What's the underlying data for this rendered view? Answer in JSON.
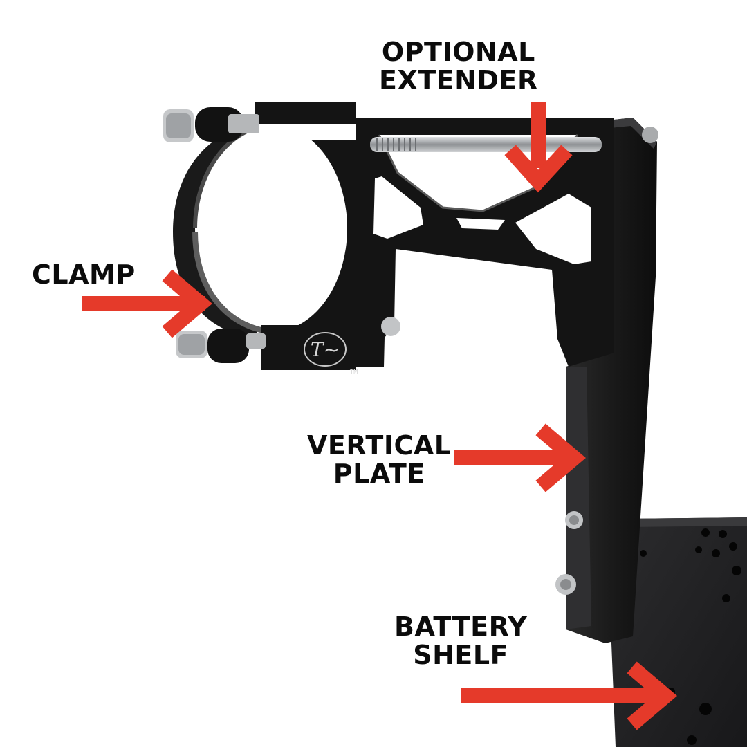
{
  "labels": {
    "optional_extender": [
      "OPTIONAL",
      "EXTENDER"
    ],
    "clamp": [
      "CLAMP"
    ],
    "vertical_plate": [
      "VERTICAL",
      "PLATE"
    ],
    "battery_shelf": [
      "BATTERY",
      "SHELF"
    ]
  },
  "logo": {
    "mark": "T~",
    "trademark": "TM"
  },
  "colors": {
    "arrow": "#e53a2a",
    "metal": "#141414",
    "metal_edge": "#3a3a3a",
    "steel": "#b9bbbd",
    "background": "#ffffff",
    "text": "#0b0b0b"
  }
}
